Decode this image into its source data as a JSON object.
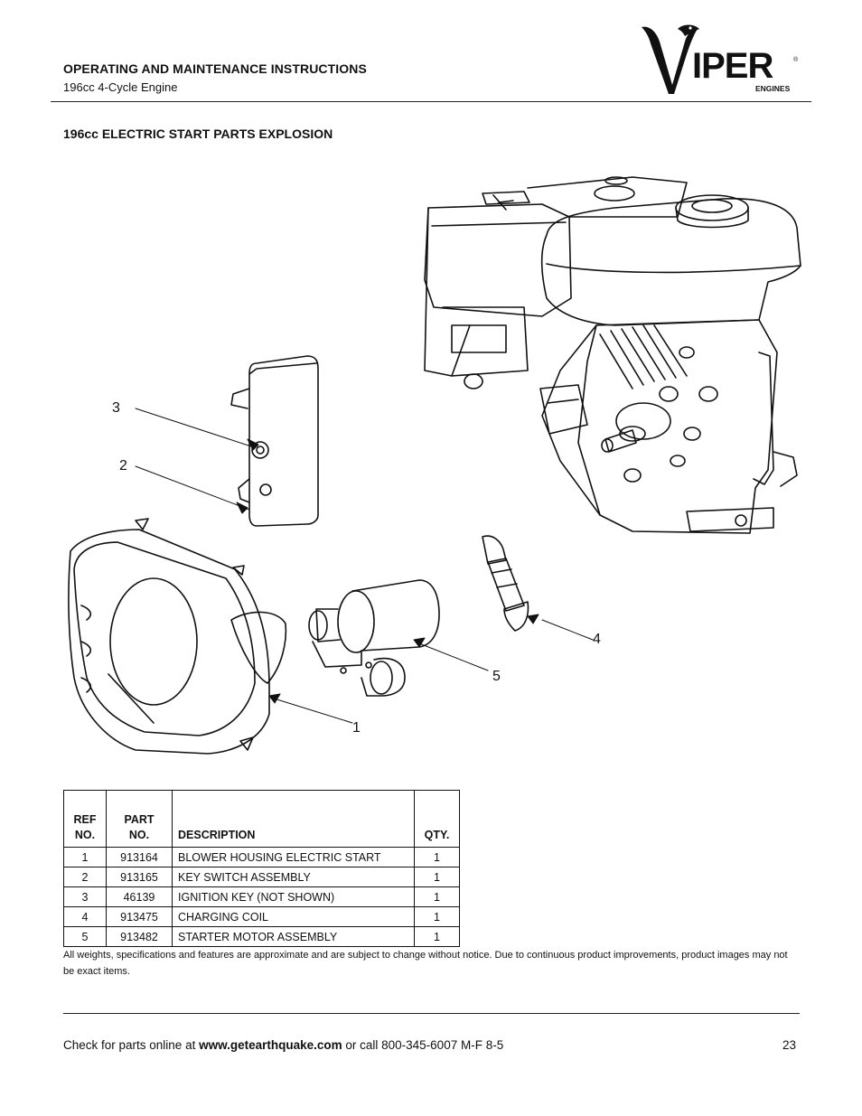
{
  "header": {
    "title": "OPERATING AND MAINTENANCE INSTRUCTIONS",
    "subtitle": "196cc 4-Cycle Engine",
    "logo_text": "VIPER",
    "logo_subtext": "ENGINES"
  },
  "section": {
    "title": "196cc ELECTRIC START PARTS EXPLOSION"
  },
  "diagram": {
    "callouts": [
      "3",
      "2",
      "4",
      "5",
      "1"
    ]
  },
  "table": {
    "headers": {
      "ref_line1": "REF",
      "ref_line2": "NO.",
      "part_line1": "PART",
      "part_line2": "NO.",
      "description": "DESCRIPTION",
      "qty": "QTY."
    },
    "rows": [
      {
        "ref": "1",
        "part": "913164",
        "description": "BLOWER HOUSING ELECTRIC START",
        "qty": "1"
      },
      {
        "ref": "2",
        "part": "913165",
        "description": "KEY SWITCH ASSEMBLY",
        "qty": "1"
      },
      {
        "ref": "3",
        "part": "46139",
        "description": "IGNITION KEY (NOT SHOWN)",
        "qty": "1"
      },
      {
        "ref": "4",
        "part": "913475",
        "description": "CHARGING COIL",
        "qty": "1"
      },
      {
        "ref": "5",
        "part": "913482",
        "description": "STARTER MOTOR ASSEMBLY",
        "qty": "1"
      }
    ]
  },
  "disclaimer": "All weights, specifications and features are approximate and are subject to change without notice.  Due to continuous product improvements, product images may not be exact items.",
  "footer": {
    "prefix": "Check for parts online at ",
    "url": "www.getearthquake.com",
    "suffix": " or call 800-345-6007 M-F 8-5",
    "page_number": "23"
  }
}
